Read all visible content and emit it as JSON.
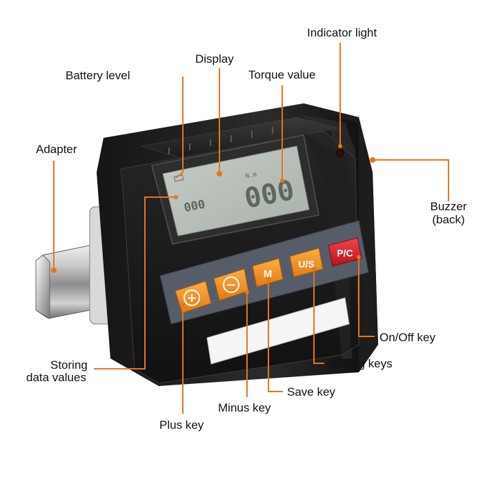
{
  "labels": {
    "indicator_light": "Indicator light",
    "display": "Display",
    "battery_level": "Battery level",
    "torque_value": "Torque value",
    "adapter": "Adapter",
    "buzzer": "Buzzer",
    "buzzer_back": "(back)",
    "on_off_key": "On/Off key",
    "setting_keys": "Setting keys",
    "storing_line1": "Storing",
    "storing_line2": "data values",
    "save_key": "Save key",
    "minus_key": "Minus key",
    "plus_key": "Plus key"
  },
  "device": {
    "keys": {
      "plus": "+",
      "minus": "−",
      "save": "M",
      "setting": "U/S",
      "power": "P/C"
    },
    "lcd": {
      "memory_digits": "000",
      "unit": "N.m",
      "torque_digits": "000"
    }
  },
  "colors": {
    "callout_line": "#e8751a",
    "key_orange": "#ee8a1e",
    "key_red": "#d61f2a",
    "lcd": "#b9c0ba"
  }
}
